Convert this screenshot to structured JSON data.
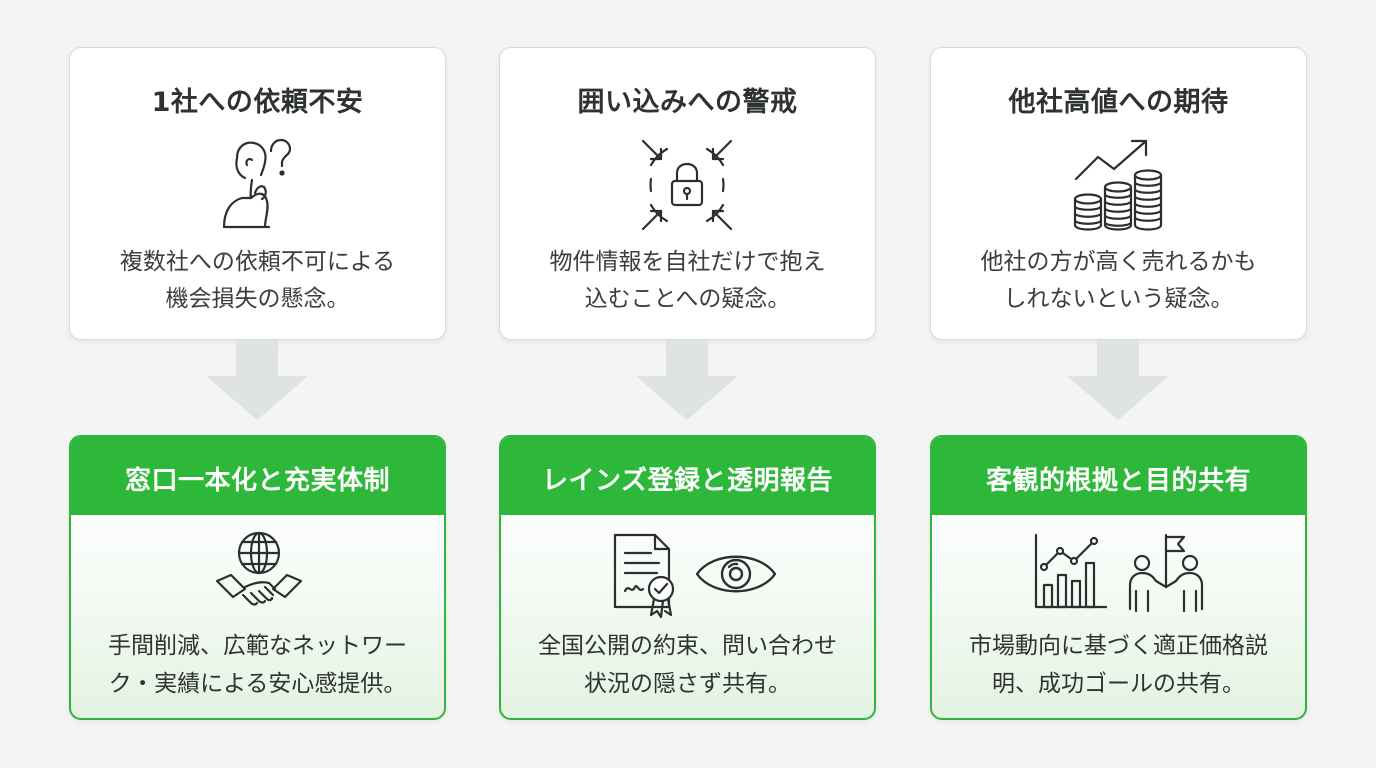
{
  "problems": [
    {
      "title": "1社への依頼不安",
      "icon": "thinking-person-question-icon",
      "desc_line1": "複数社への依頼不可による",
      "desc_line2": "機会損失の懸念。"
    },
    {
      "title": "囲い込みへの警戒",
      "icon": "lock-arrows-inward-icon",
      "desc_line1": "物件情報を自社だけで抱え",
      "desc_line2": "込むことへの疑念。"
    },
    {
      "title": "他社高値への期待",
      "icon": "coins-rising-arrow-icon",
      "desc_line1": "他社の方が高く売れるかも",
      "desc_line2": "しれないという疑念。"
    }
  ],
  "solutions": [
    {
      "title": "窓口一本化と充実体制",
      "icons": [
        "globe-handshake-icon"
      ],
      "desc_line1": "手間削減、広範なネットワー",
      "desc_line2": "ク・実績による安心感提供。"
    },
    {
      "title": "レインズ登録と透明報告",
      "icons": [
        "certificate-document-icon",
        "eye-icon"
      ],
      "desc_line1": "全国公開の約束、問い合わせ",
      "desc_line2": "状況の隠さず共有。"
    },
    {
      "title": "客観的根拠と目的共有",
      "icons": [
        "bar-line-chart-icon",
        "people-flag-icon"
      ],
      "desc_line1": "市場動向に基づく適正価格説",
      "desc_line2": "明、成功ゴールの共有。"
    }
  ],
  "colors": {
    "accent_green": "#2db83a",
    "arrow_gray": "#e0e4e1",
    "icon_stroke": "#2b2f2e"
  }
}
